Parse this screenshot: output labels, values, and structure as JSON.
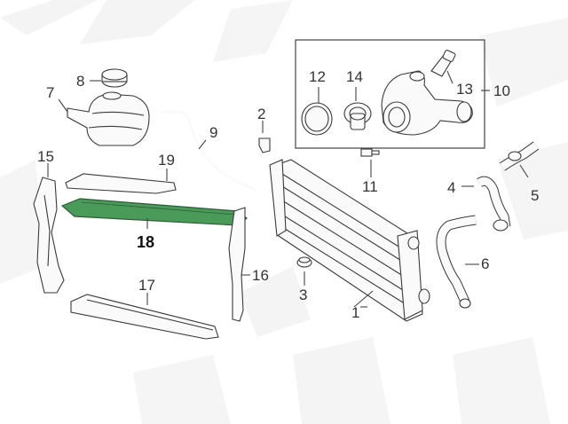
{
  "diagram": {
    "highlight_color": "#4a9a5a",
    "callouts": [
      {
        "id": "c1",
        "label": "1"
      },
      {
        "id": "c2",
        "label": "2"
      },
      {
        "id": "c3",
        "label": "3"
      },
      {
        "id": "c4",
        "label": "4"
      },
      {
        "id": "c5",
        "label": "5"
      },
      {
        "id": "c6",
        "label": "6"
      },
      {
        "id": "c7",
        "label": "7"
      },
      {
        "id": "c8",
        "label": "8"
      },
      {
        "id": "c9",
        "label": "9"
      },
      {
        "id": "c10",
        "label": "10"
      },
      {
        "id": "c11",
        "label": "11"
      },
      {
        "id": "c12",
        "label": "12"
      },
      {
        "id": "c13",
        "label": "13"
      },
      {
        "id": "c14",
        "label": "14"
      },
      {
        "id": "c15",
        "label": "15"
      },
      {
        "id": "c16",
        "label": "16"
      },
      {
        "id": "c17",
        "label": "17"
      },
      {
        "id": "c18",
        "label": "18"
      },
      {
        "id": "c19",
        "label": "19"
      }
    ]
  }
}
